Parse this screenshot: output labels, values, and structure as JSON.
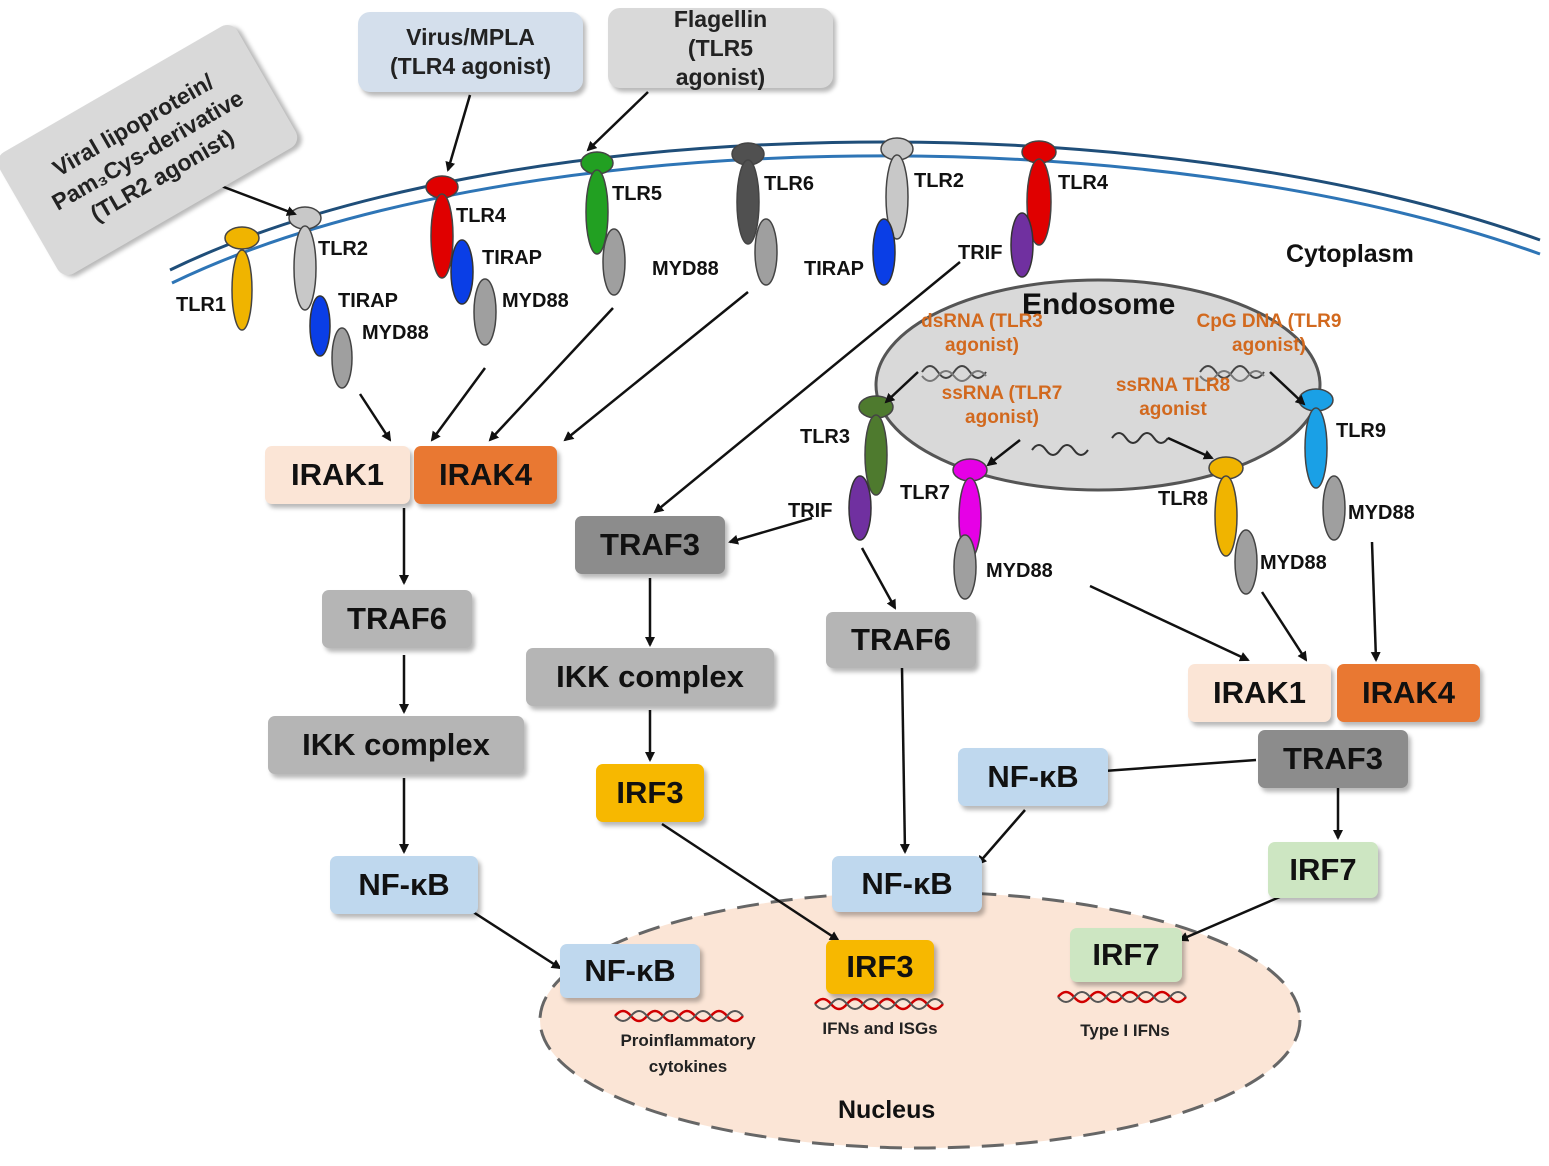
{
  "agonists": {
    "tlr2": "Viral lipoprotein/ Pam₃Cys-derivative (TLR2 agonist)",
    "tlr4": "Virus/MPLA (TLR4 agonist)",
    "tlr5": "Flagellin (TLR5 agonist)"
  },
  "endosome": {
    "title": "Endosome",
    "dsrna": "dsRNA (TLR3 agonist)",
    "ssrna7": "ssRNA (TLR7 agonist)",
    "ssrna8": "ssRNA TLR8 agonist",
    "cpg": "CpG DNA (TLR9 agonist)"
  },
  "compartments": {
    "cytoplasm": "Cytoplasm",
    "nucleus": "Nucleus"
  },
  "receptors": {
    "tlr1": "TLR1",
    "tlr2": "TLR2",
    "tlr4": "TLR4",
    "tlr5": "TLR5",
    "tlr6": "TLR6",
    "tlr3": "TLR3",
    "tlr7": "TLR7",
    "tlr8": "TLR8",
    "tlr9": "TLR9"
  },
  "adaptors": {
    "tirap": "TIRAP",
    "myd88": "MYD88",
    "trif": "TRIF"
  },
  "nodes": {
    "irak1": "IRAK1",
    "irak4": "IRAK4",
    "traf6": "TRAF6",
    "traf3": "TRAF3",
    "ikk": "IKK complex",
    "irf3": "IRF3",
    "irf7": "IRF7",
    "nfkb": "NF-κB"
  },
  "genes": {
    "proinflammatory": "Proinflammatory cytokines",
    "ifns_isgs": "IFNs and ISGs",
    "type1": "Type I IFNs"
  },
  "colors": {
    "membrane": "#1f4e79",
    "tlr1": "#f0b400",
    "tlr2": "#c8c8c8",
    "tlr4": "#e00000",
    "tlr5": "#22a022",
    "tlr6": "#505050",
    "tlr3": "#4e7a2e",
    "tlr7": "#e600e6",
    "tlr8": "#f0b400",
    "tlr9": "#1aa0e6",
    "tirap": "#0a3ee6",
    "trif": "#7030a0",
    "myd88": "#9f9f9f",
    "endosome": "#d9d9d9",
    "nucleus": "#fbe5d6",
    "agonist_text": "#d2691e"
  }
}
